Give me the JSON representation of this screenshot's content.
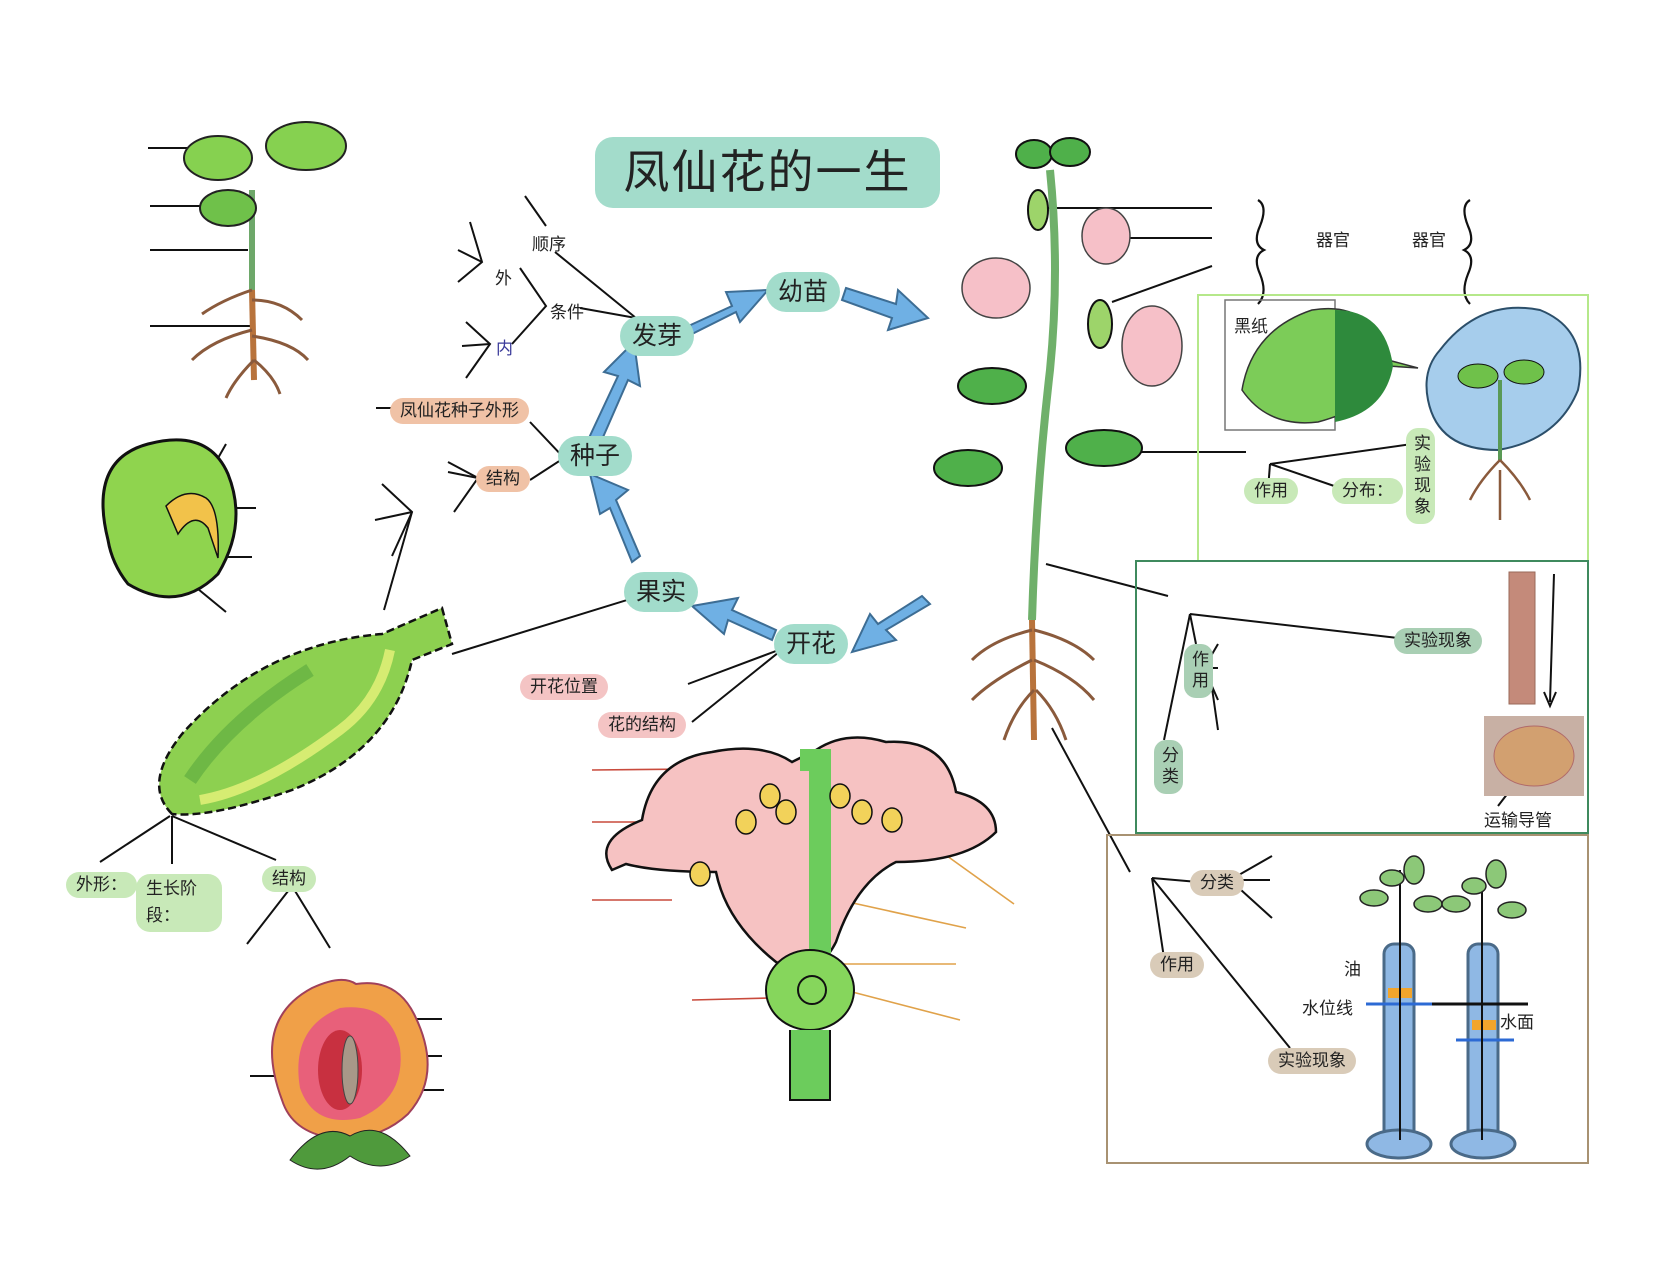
{
  "title": "凤仙花的一生",
  "cycle": {
    "seed": "种子",
    "germination": "发芽",
    "seedling": "幼苗",
    "flowering": "开花",
    "fruit": "果实"
  },
  "germination_branch": {
    "order": "顺序",
    "conditions": "条件",
    "external": "外",
    "internal": "内"
  },
  "seed_branch": {
    "appearance": "凤仙花种子外形",
    "structure": "结构"
  },
  "flowering_branch": {
    "position": "开花位置",
    "flower_structure": "花的结构"
  },
  "fruit_branch": {
    "shape": "外形：",
    "growth_stage": "生长阶段：",
    "structure": "结构"
  },
  "organs": {
    "left_label": "器官",
    "right_label": "器官"
  },
  "leaf_box": {
    "black_paper": "黑纸",
    "function": "作用",
    "distribution": "分布：",
    "phenomenon": "实验现象"
  },
  "stem_box": {
    "phenomenon": "实验现象",
    "function": "作用",
    "classification": "分类",
    "vessel": "运输导管"
  },
  "root_box": {
    "classification": "分类",
    "function": "作用",
    "phenomenon": "实验现象",
    "oil": "油",
    "water_line": "水位线",
    "water_surface": "水面"
  },
  "colors": {
    "node_teal": "#a2dccb",
    "arrow_blue": "#6fb0e4",
    "leaf_box_border": "#b5e88a",
    "stem_box_border": "#3f8a5e",
    "root_box_border": "#a89272"
  }
}
